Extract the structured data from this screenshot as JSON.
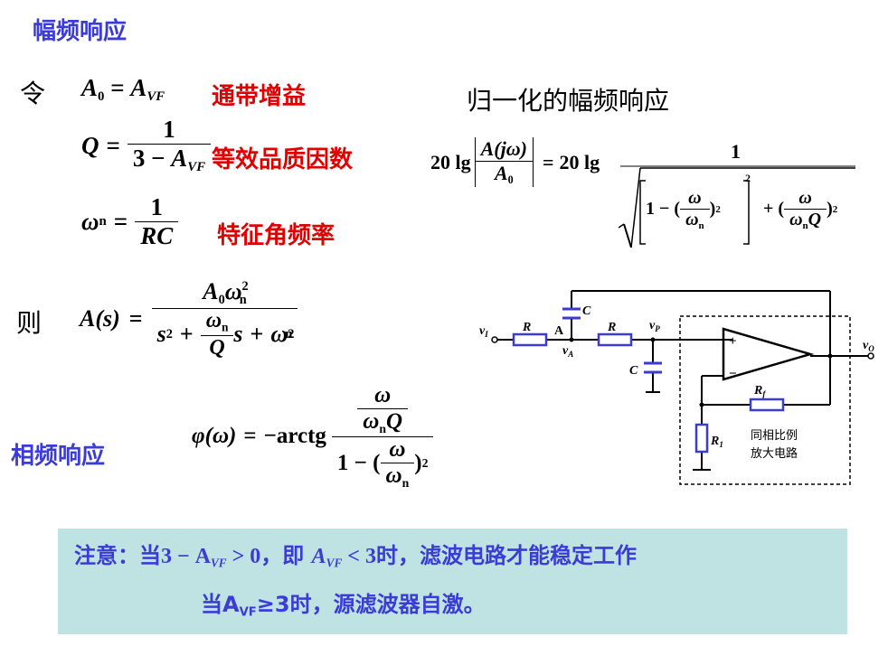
{
  "heading_amp": "幅频响应",
  "ling": "令",
  "label_gain": "通带增益",
  "label_q": "等效品质因数",
  "label_wn": "特征角频率",
  "heading_norm": "归一化的幅频响应",
  "ze": "则",
  "heading_phase": "相频响应",
  "math": {
    "A0": "A",
    "sub0": "0",
    "AVF": "A",
    "subVF": "VF",
    "one": "1",
    "Q": "Q",
    "three": "3",
    "omega": "ω",
    "subn": "n",
    "RC": "RC",
    "As": "A(s)",
    "s": "s",
    "two": "2",
    "phi": "φ(ω)",
    "arctg": "−arctg",
    "twenty_lg": "20 lg",
    "Ajw": "A(jω)"
  },
  "circuit": {
    "vI": "v",
    "vI_sub": "I",
    "R1_label": "R",
    "A_label": "A",
    "R2_label": "R",
    "vP": "v",
    "vP_sub": "P",
    "vA": "v",
    "vA_sub": "A",
    "C_top": "C",
    "C_bot": "C",
    "vO": "v",
    "vO_sub": "O",
    "plus": "+",
    "minus": "−",
    "Rf": "R",
    "Rf_sub": "f",
    "Rg": "R",
    "Rg_sub": "1",
    "amp_caption_1": "同相比例",
    "amp_caption_2": "放大电路"
  },
  "note": {
    "line1_prefix": "注意：",
    "line1_a": "当",
    "line1_cond": "3 − A",
    "line1_cond_sub": "VF",
    "line1_cond_rel": " > 0",
    "line1_b": "，即 ",
    "line1_cond2": "A",
    "line1_cond2_sub": "VF",
    "line1_cond2_rel": " < 3",
    "line1_c": "时，滤波电路才能稳定工作",
    "line2_a": "当A",
    "line2_sub": "VF",
    "line2_b": "≥3时，源滤波器自激。"
  }
}
